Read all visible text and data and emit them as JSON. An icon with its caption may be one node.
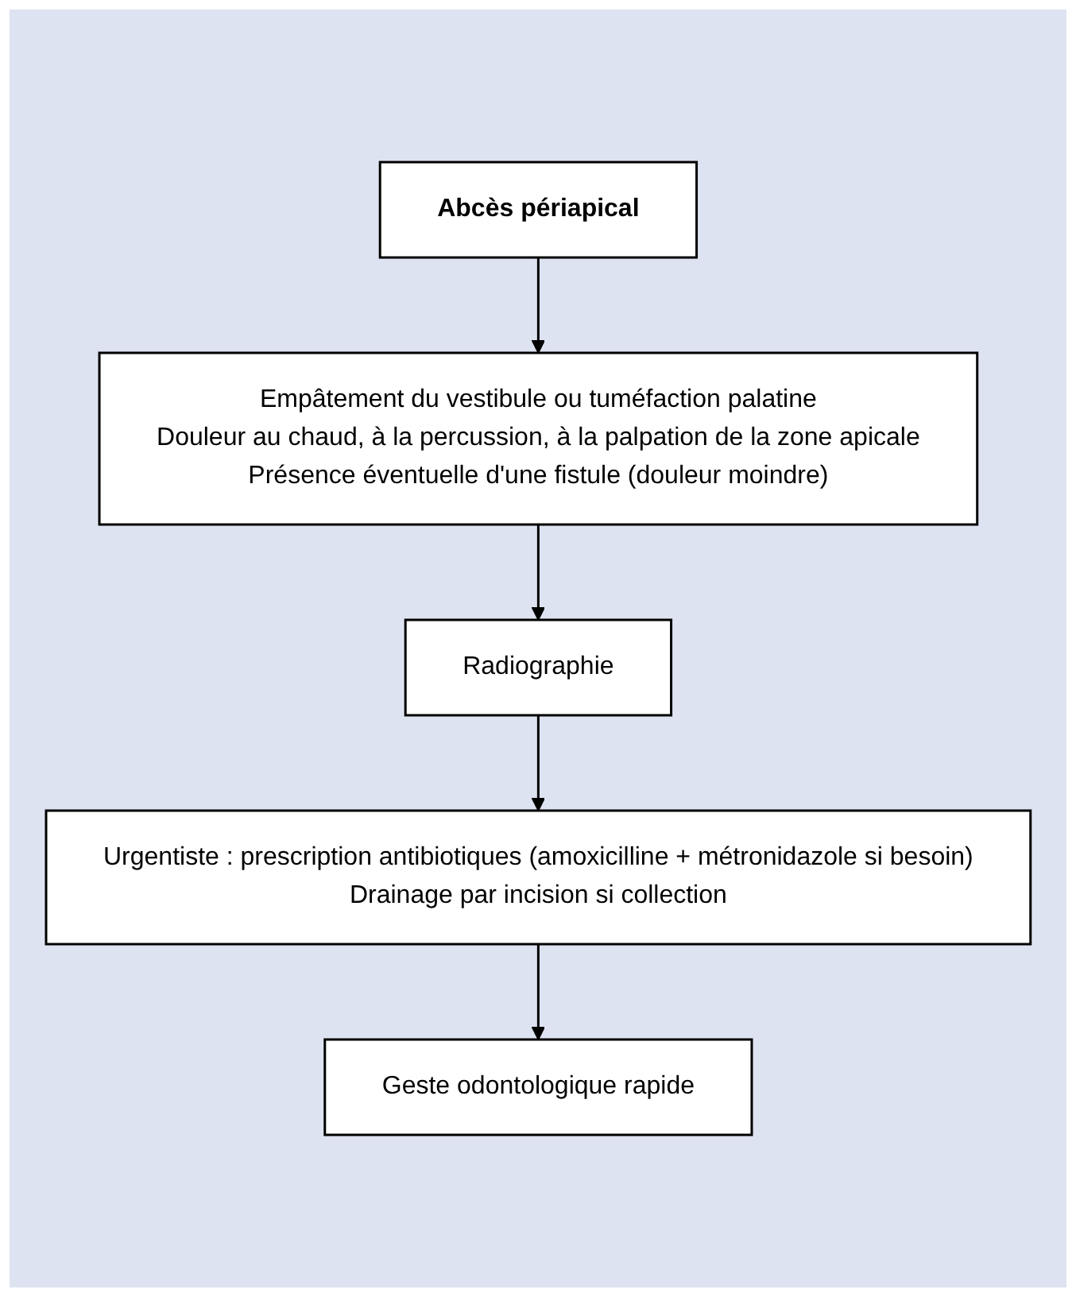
{
  "diagram": {
    "nodes": [
      {
        "text": [
          "Abcès périapical"
        ]
      },
      {
        "text": [
          "Empâtement du vestibule ou tuméfaction palatine",
          "Douleur au chaud, à la percussion, à la palpation de la zone apicale",
          "Présence éventuelle d'une fistule (douleur moindre)"
        ]
      },
      {
        "text": [
          "Radiographie"
        ]
      },
      {
        "text": [
          "Urgentiste : prescription antibiotiques (amoxicilline + métronidazole si besoin)",
          "Drainage par incision si collection"
        ]
      },
      {
        "text": [
          "Geste odontologique rapide"
        ]
      }
    ],
    "edges": [
      {
        "from": 0,
        "to": 1,
        "arrow": "to"
      },
      {
        "from": 1,
        "to": 2,
        "arrow": "to"
      },
      {
        "from": 2,
        "to": 3,
        "arrow": "to"
      },
      {
        "from": 3,
        "to": 4,
        "arrow": "to"
      }
    ]
  }
}
